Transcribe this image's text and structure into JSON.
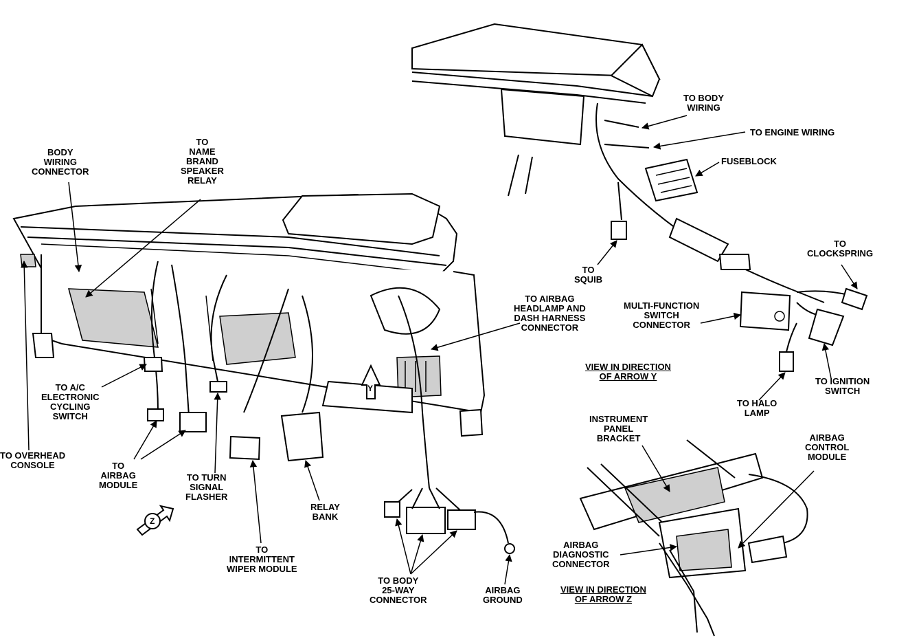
{
  "labels": {
    "body_wiring_connector": "BODY\nWIRING\nCONNECTOR",
    "name_brand_speaker_relay": "TO\nNAME\nBRAND\nSPEAKER\nRELAY",
    "to_body_wiring": "TO BODY\nWIRING",
    "to_engine_wiring": "TO ENGINE WIRING",
    "fuseblock": "FUSEBLOCK",
    "to_squib": "TO\nSQUIB",
    "to_clockspring": "TO\nCLOCKSPRING",
    "multi_function_switch": "MULTI-FUNCTION\nSWITCH\nCONNECTOR",
    "to_airbag_headlamp": "TO AIRBAG\nHEADLAMP AND\nDASH HARNESS\nCONNECTOR",
    "view_arrow_y": "VIEW IN DIRECTION\nOF ARROW Y",
    "to_ignition_switch": "TO IGNITION\nSWITCH",
    "to_halo_lamp": "TO HALO\nLAMP",
    "to_ac_switch": "TO A/C\nELECTRONIC\nCYCLING\nSWITCH",
    "to_overhead_console": "TO OVERHEAD\nCONSOLE",
    "to_airbag_module": "TO\nAIRBAG\nMODULE",
    "to_turn_signal_flasher": "TO TURN\nSIGNAL\nFLASHER",
    "relay_bank": "RELAY\nBANK",
    "to_intermittent_wiper": "TO\nINTERMITTENT\nWIPER MODULE",
    "to_body_25way": "TO BODY\n25-WAY\nCONNECTOR",
    "airbag_ground": "AIRBAG\nGROUND",
    "instrument_panel_bracket": "INSTRUMENT\nPANEL\nBRACKET",
    "airbag_control_module": "AIRBAG\nCONTROL\nMODULE",
    "airbag_diagnostic_connector": "AIRBAG\nDIAGNOSTIC\nCONNECTOR",
    "view_arrow_z": "VIEW IN DIRECTION\nOF ARROW Z",
    "arrow_y": "Y",
    "arrow_z": "Z"
  }
}
